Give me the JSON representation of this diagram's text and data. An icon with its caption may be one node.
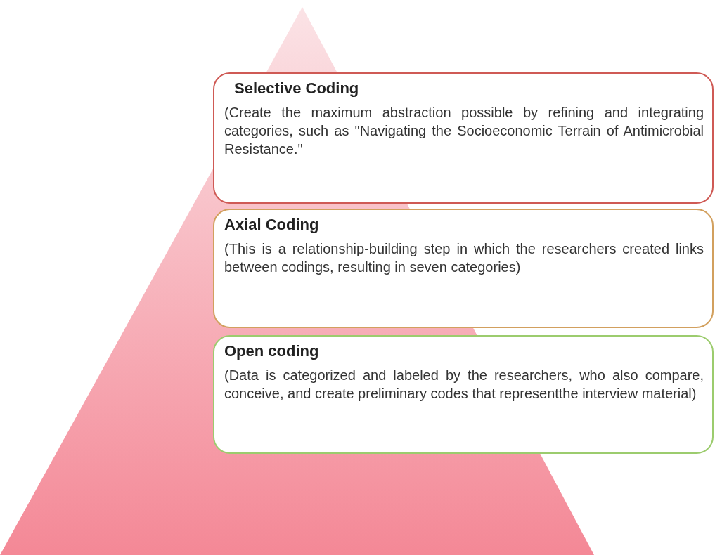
{
  "diagram": {
    "nodes": [
      {
        "text": [
          "Selective Coding",
          "(Create the maximum abstraction possible by refining and integrating categories, such as \"Navigating the Socioeconomic Terrain of Antimicrobial Resistance.\""
        ]
      },
      {
        "text": [
          "Axial Coding",
          "(This is a relationship-building step in which the researchers created links between codings, resulting in seven categories)"
        ]
      },
      {
        "text": [
          "Open coding",
          "(Data is categorized and labeled by the researchers, who also compare, conceive, and create preliminary codes that representthe interview material)"
        ]
      }
    ]
  }
}
